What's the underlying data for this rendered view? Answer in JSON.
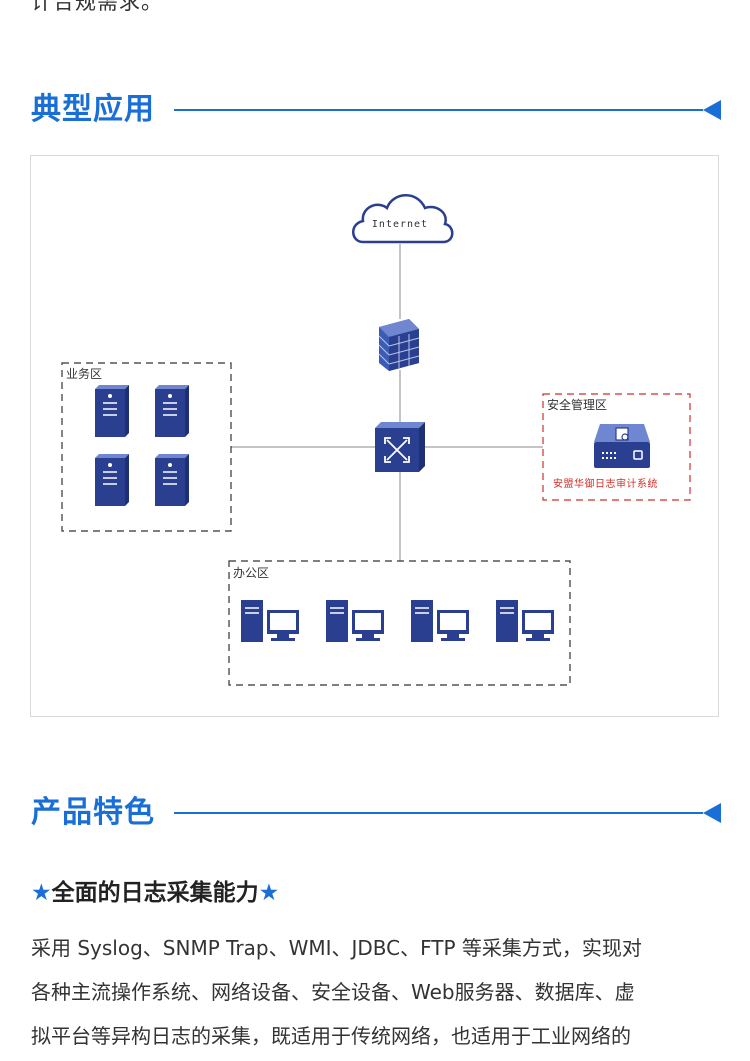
{
  "intro": {
    "tail_text": "计合规需求。"
  },
  "section1": {
    "title": "典型应用"
  },
  "diagram": {
    "internet_label": "Internet",
    "zone_business": "业务区",
    "zone_security": "安全管理区",
    "zone_office": "办公区",
    "device_caption": "安盟华御日志审计系统",
    "colors": {
      "device_blue": "#2a3f8f",
      "dashed_red": "#d0302a",
      "line_gray": "#888888"
    }
  },
  "section2": {
    "title": "产品特色"
  },
  "feature1": {
    "star_left": "★",
    "title": "全面的日志采集能力",
    "star_right": "★",
    "lines": [
      "采用 Syslog、SNMP Trap、WMI、JDBC、FTP 等采集方式，实现对",
      "各种主流操作系统、网络设备、安全设备、Web服务器、数据库、虚",
      "拟平台等异构日志的采集，既适用于传统网络，也适用于工业网络的"
    ]
  },
  "colors": {
    "accent": "#1a6fd6"
  }
}
